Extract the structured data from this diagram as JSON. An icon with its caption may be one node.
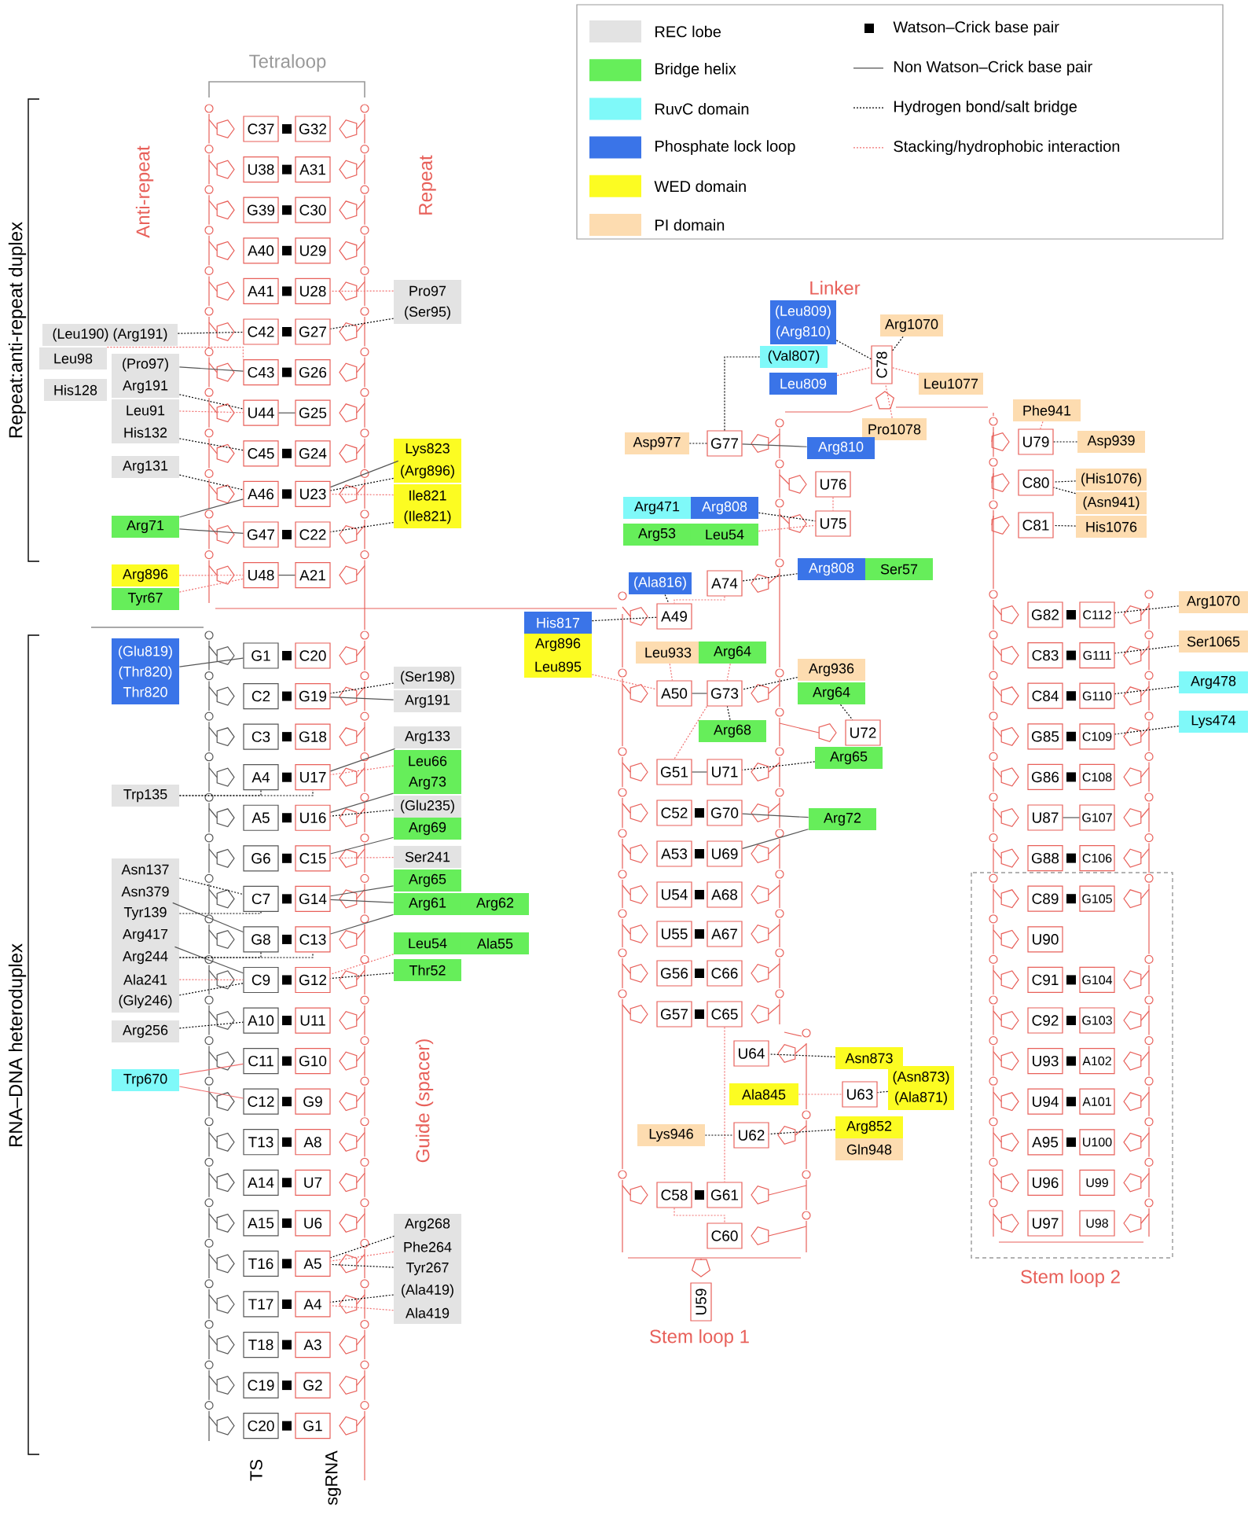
{
  "diagram": {
    "nodes": [
      {
        "text": [
          "C37"
        ]
      },
      {
        "text": [
          "G32"
        ]
      },
      {
        "text": [
          "U38"
        ]
      },
      {
        "text": [
          "A31"
        ]
      },
      {
        "text": [
          "G39"
        ]
      },
      {
        "text": [
          "C30"
        ]
      },
      {
        "text": [
          "A40"
        ]
      },
      {
        "text": [
          "U29"
        ]
      },
      {
        "text": [
          "A41"
        ]
      },
      {
        "text": [
          "U28"
        ]
      },
      {
        "text": [
          "C42"
        ]
      },
      {
        "text": [
          "G27"
        ]
      },
      {
        "text": [
          "C43"
        ]
      },
      {
        "text": [
          "G26"
        ]
      },
      {
        "text": [
          "U44"
        ]
      },
      {
        "text": [
          "G25"
        ]
      },
      {
        "text": [
          "C45"
        ]
      },
      {
        "text": [
          "G24"
        ]
      },
      {
        "text": [
          "A46"
        ]
      },
      {
        "text": [
          "U23"
        ]
      },
      {
        "text": [
          "G47"
        ]
      },
      {
        "text": [
          "C22"
        ]
      },
      {
        "text": [
          "U48"
        ]
      },
      {
        "text": [
          "A21"
        ]
      },
      {
        "text": [
          "Pro97"
        ]
      },
      {
        "text": [
          "(Ser95)"
        ]
      },
      {
        "text": [
          "(Leu190) (Arg191)"
        ]
      },
      {
        "text": [
          "Leu98"
        ]
      },
      {
        "text": [
          "(Pro97)"
        ]
      },
      {
        "text": [
          "His128"
        ]
      },
      {
        "text": [
          "Arg191"
        ]
      },
      {
        "text": [
          "Leu91"
        ]
      },
      {
        "text": [
          "His132"
        ]
      },
      {
        "text": [
          "Arg131"
        ]
      },
      {
        "text": [
          "Lys823"
        ]
      },
      {
        "text": [
          "(Arg896)"
        ]
      },
      {
        "text": [
          "Ile821"
        ]
      },
      {
        "text": [
          "(Ile821)"
        ]
      },
      {
        "text": [
          "Arg71"
        ]
      },
      {
        "text": [
          "Arg896"
        ]
      },
      {
        "text": [
          "Tyr67"
        ]
      },
      {
        "text": [
          "G1"
        ]
      },
      {
        "text": [
          "C20"
        ]
      },
      {
        "text": [
          "C2"
        ]
      },
      {
        "text": [
          "G19"
        ]
      },
      {
        "text": [
          "C3"
        ]
      },
      {
        "text": [
          "G18"
        ]
      },
      {
        "text": [
          "A4"
        ]
      },
      {
        "text": [
          "U17"
        ]
      },
      {
        "text": [
          "A5"
        ]
      },
      {
        "text": [
          "U16"
        ]
      },
      {
        "text": [
          "G6"
        ]
      },
      {
        "text": [
          "C15"
        ]
      },
      {
        "text": [
          "C7"
        ]
      },
      {
        "text": [
          "G14"
        ]
      },
      {
        "text": [
          "G8"
        ]
      },
      {
        "text": [
          "C13"
        ]
      },
      {
        "text": [
          "C9"
        ]
      },
      {
        "text": [
          "G12"
        ]
      },
      {
        "text": [
          "A10"
        ]
      },
      {
        "text": [
          "U11"
        ]
      },
      {
        "text": [
          "C11"
        ]
      },
      {
        "text": [
          "G10"
        ]
      },
      {
        "text": [
          "C12"
        ]
      },
      {
        "text": [
          "G9"
        ]
      },
      {
        "text": [
          "T13"
        ]
      },
      {
        "text": [
          "A8"
        ]
      },
      {
        "text": [
          "A14"
        ]
      },
      {
        "text": [
          "U7"
        ]
      },
      {
        "text": [
          "A15"
        ]
      },
      {
        "text": [
          "U6"
        ]
      },
      {
        "text": [
          "T16"
        ]
      },
      {
        "text": [
          "A5"
        ]
      },
      {
        "text": [
          "T17"
        ]
      },
      {
        "text": [
          "A4"
        ]
      },
      {
        "text": [
          "T18"
        ]
      },
      {
        "text": [
          "A3"
        ]
      },
      {
        "text": [
          "C19"
        ]
      },
      {
        "text": [
          "G2"
        ]
      },
      {
        "text": [
          "C20"
        ]
      },
      {
        "text": [
          "G1"
        ]
      },
      {
        "text": [
          "(Glu819)",
          "(Thr820)",
          "Thr820"
        ]
      },
      {
        "text": [
          "Trp135"
        ]
      },
      {
        "text": [
          "Asn137"
        ]
      },
      {
        "text": [
          "Asn379"
        ]
      },
      {
        "text": [
          "Tyr139"
        ]
      },
      {
        "text": [
          "Arg417"
        ]
      },
      {
        "text": [
          "Arg244"
        ]
      },
      {
        "text": [
          "Ala241"
        ]
      },
      {
        "text": [
          "(Gly246)"
        ]
      },
      {
        "text": [
          "Arg256"
        ]
      },
      {
        "text": [
          "Trp670"
        ]
      },
      {
        "text": [
          "(Ser198)"
        ]
      },
      {
        "text": [
          "Arg191"
        ]
      },
      {
        "text": [
          "Arg133"
        ]
      },
      {
        "text": [
          "Leu66"
        ]
      },
      {
        "text": [
          "Arg73"
        ]
      },
      {
        "text": [
          "(Glu235)"
        ]
      },
      {
        "text": [
          "Arg69"
        ]
      },
      {
        "text": [
          "Ser241"
        ]
      },
      {
        "text": [
          "Arg65"
        ]
      },
      {
        "text": [
          "Arg61"
        ]
      },
      {
        "text": [
          "Arg62"
        ]
      },
      {
        "text": [
          "Leu54"
        ]
      },
      {
        "text": [
          "Ala55"
        ]
      },
      {
        "text": [
          "Thr52"
        ]
      },
      {
        "text": [
          "Arg268"
        ]
      },
      {
        "text": [
          "Phe264"
        ]
      },
      {
        "text": [
          "Tyr267"
        ]
      },
      {
        "text": [
          "(Ala419)"
        ]
      },
      {
        "text": [
          "Ala419"
        ]
      },
      {
        "text": [
          "Arg1070"
        ]
      },
      {
        "text": [
          "C78"
        ]
      },
      {
        "text": [
          "(Leu809)",
          "(Arg810)"
        ]
      },
      {
        "text": [
          "(Val807)"
        ]
      },
      {
        "text": [
          "Leu809"
        ]
      },
      {
        "text": [
          "Leu1077"
        ]
      },
      {
        "text": [
          "Pro1078"
        ]
      },
      {
        "text": [
          "Asp977"
        ]
      },
      {
        "text": [
          "G77"
        ]
      },
      {
        "text": [
          "Arg810"
        ]
      },
      {
        "text": [
          "U76"
        ]
      },
      {
        "text": [
          "Arg471"
        ]
      },
      {
        "text": [
          "Arg808"
        ]
      },
      {
        "text": [
          "U75"
        ]
      },
      {
        "text": [
          "Arg53"
        ]
      },
      {
        "text": [
          "Leu54"
        ]
      },
      {
        "text": [
          "Arg808"
        ]
      },
      {
        "text": [
          "Ser57"
        ]
      },
      {
        "text": [
          "(Ala816)"
        ]
      },
      {
        "text": [
          "A74"
        ]
      },
      {
        "text": [
          "A49"
        ]
      },
      {
        "text": [
          "His817"
        ]
      },
      {
        "text": [
          "Arg896"
        ]
      },
      {
        "text": [
          "Leu895"
        ]
      },
      {
        "text": [
          "Leu933"
        ]
      },
      {
        "text": [
          "Arg64"
        ]
      },
      {
        "text": [
          "Arg936"
        ]
      },
      {
        "text": [
          "A50"
        ]
      },
      {
        "text": [
          "G73"
        ]
      },
      {
        "text": [
          "Arg64"
        ]
      },
      {
        "text": [
          "Arg68"
        ]
      },
      {
        "text": [
          "U72"
        ]
      },
      {
        "text": [
          "Arg65"
        ]
      },
      {
        "text": [
          "G51"
        ]
      },
      {
        "text": [
          "U71"
        ]
      },
      {
        "text": [
          "C52"
        ]
      },
      {
        "text": [
          "G70"
        ]
      },
      {
        "text": [
          "Arg72"
        ]
      },
      {
        "text": [
          "A53"
        ]
      },
      {
        "text": [
          "U69"
        ]
      },
      {
        "text": [
          "U54"
        ]
      },
      {
        "text": [
          "A68"
        ]
      },
      {
        "text": [
          "U55"
        ]
      },
      {
        "text": [
          "A67"
        ]
      },
      {
        "text": [
          "G56"
        ]
      },
      {
        "text": [
          "C66"
        ]
      },
      {
        "text": [
          "G57"
        ]
      },
      {
        "text": [
          "C65"
        ]
      },
      {
        "text": [
          "U64"
        ]
      },
      {
        "text": [
          "Asn873"
        ]
      },
      {
        "text": [
          "Ala845"
        ]
      },
      {
        "text": [
          "U63"
        ]
      },
      {
        "text": [
          "(Asn873)",
          "(Ala871)"
        ]
      },
      {
        "text": [
          "Lys946"
        ]
      },
      {
        "text": [
          "U62"
        ]
      },
      {
        "text": [
          "Arg852"
        ]
      },
      {
        "text": [
          "Gln948"
        ]
      },
      {
        "text": [
          "C58"
        ]
      },
      {
        "text": [
          "G61"
        ]
      },
      {
        "text": [
          "C60"
        ]
      },
      {
        "text": [
          "U59"
        ]
      },
      {
        "text": [
          "Phe941"
        ]
      },
      {
        "text": [
          "U79"
        ]
      },
      {
        "text": [
          "Asp939"
        ]
      },
      {
        "text": [
          "C80"
        ]
      },
      {
        "text": [
          "(His1076)"
        ]
      },
      {
        "text": [
          "(Asn941)"
        ]
      },
      {
        "text": [
          "C81"
        ]
      },
      {
        "text": [
          "His1076"
        ]
      },
      {
        "text": [
          "G82"
        ]
      },
      {
        "text": [
          "C112"
        ]
      },
      {
        "text": [
          "C83"
        ]
      },
      {
        "text": [
          "G111"
        ]
      },
      {
        "text": [
          "C84"
        ]
      },
      {
        "text": [
          "G110"
        ]
      },
      {
        "text": [
          "G85"
        ]
      },
      {
        "text": [
          "C109"
        ]
      },
      {
        "text": [
          "G86"
        ]
      },
      {
        "text": [
          "C108"
        ]
      },
      {
        "text": [
          "U87"
        ]
      },
      {
        "text": [
          "G107"
        ]
      },
      {
        "text": [
          "G88"
        ]
      },
      {
        "text": [
          "C106"
        ]
      },
      {
        "text": [
          "C89"
        ]
      },
      {
        "text": [
          "G105"
        ]
      },
      {
        "text": [
          "U90"
        ]
      },
      {
        "text": [
          "C91"
        ]
      },
      {
        "text": [
          "G104"
        ]
      },
      {
        "text": [
          "C92"
        ]
      },
      {
        "text": [
          "G103"
        ]
      },
      {
        "text": [
          "U93"
        ]
      },
      {
        "text": [
          "A102"
        ]
      },
      {
        "text": [
          "U94"
        ]
      },
      {
        "text": [
          "A101"
        ]
      },
      {
        "text": [
          "A95"
        ]
      },
      {
        "text": [
          "U100"
        ]
      },
      {
        "text": [
          "U96"
        ]
      },
      {
        "text": [
          "U99"
        ]
      },
      {
        "text": [
          "U97"
        ]
      },
      {
        "text": [
          "U98"
        ]
      },
      {
        "text": [
          "Arg1070"
        ]
      },
      {
        "text": [
          "Ser1065"
        ]
      },
      {
        "text": [
          "Arg478"
        ]
      },
      {
        "text": [
          "Lys474"
        ]
      }
    ],
    "edges": [
      {
        "from": 24,
        "to": 9,
        "arrow": "none",
        "style": "dashed",
        "color": "#f07070"
      },
      {
        "from": 25,
        "to": 11,
        "arrow": "none",
        "style": "dashed"
      },
      {
        "from": 26,
        "to": 10,
        "arrow": "none",
        "style": "dashed"
      },
      {
        "from": 27,
        "to": 12,
        "arrow": "none",
        "style": "dashed",
        "color": "#f07070"
      },
      {
        "from": 28,
        "to": 12,
        "arrow": "none"
      },
      {
        "from": 30,
        "to": 14,
        "arrow": "none",
        "style": "dashed"
      },
      {
        "from": 31,
        "to": 14,
        "arrow": "none",
        "style": "dashed",
        "color": "#f07070"
      },
      {
        "from": 32,
        "to": 16,
        "arrow": "none",
        "style": "dashed"
      },
      {
        "from": 33,
        "to": 18,
        "arrow": "none",
        "style": "dashed"
      },
      {
        "from": 38,
        "to": 18,
        "arrow": "none"
      },
      {
        "from": 38,
        "to": 20,
        "arrow": "none"
      },
      {
        "from": 39,
        "to": 22,
        "arrow": "none",
        "style": "dashed",
        "color": "#f07070"
      },
      {
        "from": 40,
        "to": 22,
        "arrow": "none",
        "style": "dashed",
        "color": "#f07070"
      },
      {
        "from": 34,
        "to": 19,
        "arrow": "none"
      },
      {
        "from": 35,
        "to": 19,
        "arrow": "none",
        "style": "dashed"
      },
      {
        "from": 36,
        "to": 19,
        "arrow": "none",
        "style": "dashed",
        "color": "#f07070"
      },
      {
        "from": 37,
        "to": 21,
        "arrow": "none",
        "style": "dashed"
      },
      {
        "from": 14,
        "to": 15,
        "arrow": "none"
      },
      {
        "from": 22,
        "to": 23,
        "arrow": "none"
      },
      {
        "from": 81,
        "to": 41,
        "arrow": "none"
      },
      {
        "from": 82,
        "to": 47,
        "arrow": "none",
        "style": "dashed"
      },
      {
        "from": 82,
        "to": 48,
        "arrow": "none",
        "style": "dashed"
      },
      {
        "from": 83,
        "to": 53,
        "arrow": "none",
        "style": "dashed"
      },
      {
        "from": 84,
        "to": 55,
        "arrow": "none"
      },
      {
        "from": 85,
        "to": 53,
        "arrow": "none",
        "style": "dashed"
      },
      {
        "from": 86,
        "to": 57,
        "arrow": "none"
      },
      {
        "from": 87,
        "to": 55,
        "arrow": "none",
        "style": "dashed"
      },
      {
        "from": 87,
        "to": 56,
        "arrow": "none",
        "style": "dashed"
      },
      {
        "from": 88,
        "to": 57,
        "arrow": "none",
        "style": "dashed",
        "color": "#f07070"
      },
      {
        "from": 89,
        "to": 57,
        "arrow": "none",
        "style": "dashed"
      },
      {
        "from": 90,
        "to": 59,
        "arrow": "none",
        "style": "dashed"
      },
      {
        "from": 91,
        "to": 61,
        "arrow": "none",
        "color": "#f07070"
      },
      {
        "from": 91,
        "to": 63,
        "arrow": "none",
        "color": "#f07070"
      },
      {
        "from": 92,
        "to": 44,
        "arrow": "none",
        "style": "dashed"
      },
      {
        "from": 93,
        "to": 44,
        "arrow": "none"
      },
      {
        "from": 94,
        "to": 48,
        "arrow": "none"
      },
      {
        "from": 95,
        "to": 48,
        "arrow": "none",
        "style": "dashed",
        "color": "#f07070"
      },
      {
        "from": 96,
        "to": 50,
        "arrow": "none"
      },
      {
        "from": 97,
        "to": 50,
        "arrow": "none",
        "style": "dashed"
      },
      {
        "from": 98,
        "to": 52,
        "arrow": "none"
      },
      {
        "from": 99,
        "to": 52,
        "arrow": "none",
        "style": "dashed",
        "color": "#f07070"
      },
      {
        "from": 100,
        "to": 54,
        "arrow": "none"
      },
      {
        "from": 101,
        "to": 54,
        "arrow": "none"
      },
      {
        "from": 101,
        "to": 56,
        "arrow": "none"
      },
      {
        "from": 103,
        "to": 58,
        "arrow": "none",
        "style": "dashed",
        "color": "#f07070"
      },
      {
        "from": 105,
        "to": 58,
        "arrow": "none",
        "style": "dashed"
      },
      {
        "from": 106,
        "to": 72,
        "arrow": "none",
        "style": "dashed"
      },
      {
        "from": 107,
        "to": 72,
        "arrow": "none",
        "style": "dashed",
        "color": "#f07070"
      },
      {
        "from": 108,
        "to": 72,
        "arrow": "none",
        "style": "dashed"
      },
      {
        "from": 109,
        "to": 74,
        "arrow": "none",
        "style": "dashed"
      },
      {
        "from": 110,
        "to": 74,
        "arrow": "none",
        "style": "dashed",
        "color": "#f07070"
      },
      {
        "from": 111,
        "to": 112,
        "arrow": "none",
        "style": "dashed"
      },
      {
        "from": 113,
        "to": 112,
        "arrow": "none",
        "style": "dashed"
      },
      {
        "from": 114,
        "to": 119,
        "arrow": "none",
        "style": "dashed"
      },
      {
        "from": 115,
        "to": 112,
        "arrow": "none",
        "style": "dashed",
        "color": "#f07070"
      },
      {
        "from": 116,
        "to": 112,
        "arrow": "none",
        "style": "dashed",
        "color": "#f07070"
      },
      {
        "from": 117,
        "to": 112,
        "arrow": "none",
        "style": "dashed",
        "color": "#f07070"
      },
      {
        "from": 118,
        "to": 119,
        "arrow": "none",
        "style": "dashed"
      },
      {
        "from": 120,
        "to": 119,
        "arrow": "none"
      },
      {
        "from": 121,
        "to": 124,
        "arrow": "none",
        "style": "dashed",
        "color": "#f07070"
      },
      {
        "from": 123,
        "to": 124,
        "arrow": "none",
        "style": "dashed"
      },
      {
        "from": 126,
        "to": 124,
        "arrow": "none",
        "style": "dashed",
        "color": "#f07070"
      },
      {
        "from": 127,
        "to": 130,
        "arrow": "none",
        "style": "dashed"
      },
      {
        "from": 129,
        "to": 131,
        "arrow": "none",
        "style": "dashed"
      },
      {
        "from": 130,
        "to": 131,
        "arrow": "none",
        "style": "dashed",
        "color": "#f07070"
      },
      {
        "from": 132,
        "to": 131,
        "arrow": "none",
        "style": "dashed"
      },
      {
        "from": 134,
        "to": 138,
        "arrow": "none",
        "style": "dashed",
        "color": "#f07070"
      },
      {
        "from": 135,
        "to": 138,
        "arrow": "none",
        "style": "dashed",
        "color": "#f07070"
      },
      {
        "from": 136,
        "to": 139,
        "arrow": "none",
        "style": "dashed",
        "color": "#f07070"
      },
      {
        "from": 137,
        "to": 139,
        "arrow": "none",
        "style": "dashed"
      },
      {
        "from": 140,
        "to": 142,
        "arrow": "none",
        "style": "dashed"
      },
      {
        "from": 141,
        "to": 139,
        "arrow": "none",
        "style": "dashed"
      },
      {
        "from": 138,
        "to": 139,
        "arrow": "none"
      },
      {
        "from": 139,
        "to": 144,
        "arrow": "none",
        "style": "dashed",
        "color": "#f07070"
      },
      {
        "from": 143,
        "to": 145,
        "arrow": "none",
        "style": "dashed"
      },
      {
        "from": 144,
        "to": 145,
        "arrow": "none"
      },
      {
        "from": 148,
        "to": 147,
        "arrow": "none"
      },
      {
        "from": 148,
        "to": 150,
        "arrow": "none"
      },
      {
        "from": 158,
        "to": 169,
        "arrow": "none",
        "style": "dashed",
        "color": "#f07070"
      },
      {
        "from": 168,
        "to": 170,
        "arrow": "none",
        "style": "dashed",
        "color": "#f07070"
      },
      {
        "from": 160,
        "to": 159,
        "arrow": "none",
        "style": "dashed"
      },
      {
        "from": 163,
        "to": 162,
        "arrow": "none",
        "style": "dashed"
      },
      {
        "from": 161,
        "to": 162,
        "arrow": "none",
        "style": "dashed",
        "color": "#f07070"
      },
      {
        "from": 164,
        "to": 165,
        "arrow": "none",
        "style": "dashed"
      },
      {
        "from": 166,
        "to": 165,
        "arrow": "none",
        "style": "dashed"
      },
      {
        "from": 172,
        "to": 173,
        "arrow": "none",
        "style": "dashed",
        "color": "#f07070"
      },
      {
        "from": 174,
        "to": 173,
        "arrow": "none",
        "style": "dashed"
      },
      {
        "from": 176,
        "to": 175,
        "arrow": "none",
        "style": "dashed"
      },
      {
        "from": 177,
        "to": 175,
        "arrow": "none",
        "style": "dashed"
      },
      {
        "from": 179,
        "to": 178,
        "arrow": "none",
        "style": "dashed"
      },
      {
        "from": 211,
        "to": 181,
        "arrow": "none",
        "style": "dashed"
      },
      {
        "from": 212,
        "to": 183,
        "arrow": "none",
        "style": "dashed"
      },
      {
        "from": 213,
        "to": 185,
        "arrow": "none",
        "style": "dashed"
      },
      {
        "from": 214,
        "to": 187,
        "arrow": "none",
        "style": "dashed"
      },
      {
        "from": 190,
        "to": 191,
        "arrow": "none"
      }
    ],
    "labels": [
      "Tetraloop",
      "Anti-repeat",
      "Repeat",
      "Repeat:anti-repeat duplex",
      "Linker",
      "RNA–DNA heteroduplex",
      "Guide (spacer)",
      "Stem loop 2",
      "Stem loop 1",
      "TS",
      "sgRNA"
    ],
    "legend": [
      {
        "text": "REC lobe",
        "color": "#e3e3e3"
      },
      {
        "text": "Bridge helix",
        "color": "#66ee5a"
      },
      {
        "text": "RuvC domain",
        "color": "#7ff9f9"
      },
      {
        "text": "Phosphate lock loop",
        "color": "#3a74e8"
      },
      {
        "text": "WED domain",
        "color": "#fcfc22"
      },
      {
        "text": "PI domain",
        "color": "#fddcb0"
      },
      {
        "text": "Watson–Crick base pair"
      },
      {
        "text": "Non Watson–Crick base pair"
      },
      {
        "text": "Hydrogen bond/salt bridge"
      },
      {
        "text": "Stacking/hydrophobic interaction"
      }
    ]
  }
}
